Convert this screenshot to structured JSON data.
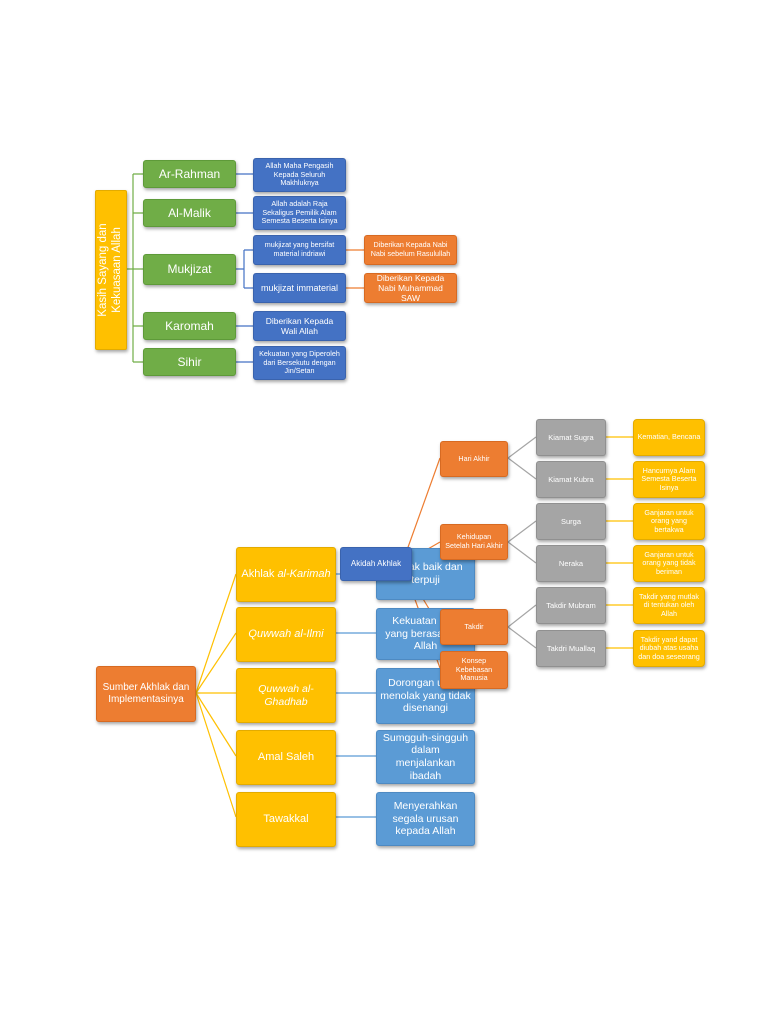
{
  "diagram1": {
    "root": "Kasih Sayang dan Kekuasaan Allah",
    "nodes": [
      {
        "label": "Ar-Rahman",
        "desc": "Allah Maha Pengasih Kepada Seluruh Makhluknya"
      },
      {
        "label": "Al-Malik",
        "desc": "Allah adalah Raja Sekaligus Pemilik Alam Semesta Beserta Isinya"
      },
      {
        "label": "Mukjizat",
        "sub": [
          {
            "label": "mukjizat yang bersifat material indriawi",
            "desc": "Diberikan Kepada Nabi Nabi sebelum Rasulullah"
          },
          {
            "label": "mukjizat immaterial",
            "desc": "Diberikan Kepada Nabi Muhammad SAW"
          }
        ]
      },
      {
        "label": "Karomah",
        "desc": "Diberikan Kepada Wali Allah"
      },
      {
        "label": "Sihir",
        "desc": "Kekuatan yang Diperoleh dari Bersekutu dengan Jin/Setan"
      }
    ]
  },
  "diagram2": {
    "root": "Sumber Akhlak dan Implementasinya",
    "branches": [
      {
        "label_plain": "Akhlak ",
        "label_italic": "al-Karimah",
        "desc": "Akhlak baik dan terpuji"
      },
      {
        "label_plain": "",
        "label_italic": "Quwwah al-Ilmi",
        "desc": "Kekuatan ilmu yang berasal dari Allah"
      },
      {
        "label_plain": "",
        "label_italic": "Quwwah al-Ghadhab",
        "desc": "Dorongan untuk menolak yang tidak disenangi"
      },
      {
        "label_plain": "Amal Saleh",
        "label_italic": "",
        "desc": "Sumgguh-singguh dalam menjalankan ibadah"
      },
      {
        "label_plain": "Tawakkal",
        "label_italic": "",
        "desc": "Menyerahkan segala urusan kepada Allah"
      }
    ]
  },
  "diagram3": {
    "root": "Akidah Akhlak",
    "topics": [
      "Hari Akhir",
      "Kehidupan Setelah Hari Akhir",
      "Takdir",
      "Konsep Kebebasan Manusia"
    ],
    "items": [
      {
        "label": "Kiamat Sugra",
        "desc": "Kematian, Bencana"
      },
      {
        "label": "Kiamat Kubra",
        "desc": "Hancurnya Alam Semesta Beserta Isinya"
      },
      {
        "label": "Surga",
        "desc": "Ganjaran untuk orang yang bertakwa"
      },
      {
        "label": "Neraka",
        "desc": "Ganjaran untuk orang yang tidak beriman"
      },
      {
        "label": "Takdir Mubram",
        "desc": "Takdir yang mutlak di tentukan oleh Allah"
      },
      {
        "label": "Takdri Muallaq",
        "desc": "Takdir yand dapat diubah atas usaha dan doa seseorang"
      }
    ]
  },
  "colors": {
    "green": "#70ad47",
    "blue": "#4472c4",
    "orange": "#ed7d31",
    "gold": "#ffc000",
    "gray": "#a5a5a5",
    "light_blue": "#5b9bd5"
  }
}
